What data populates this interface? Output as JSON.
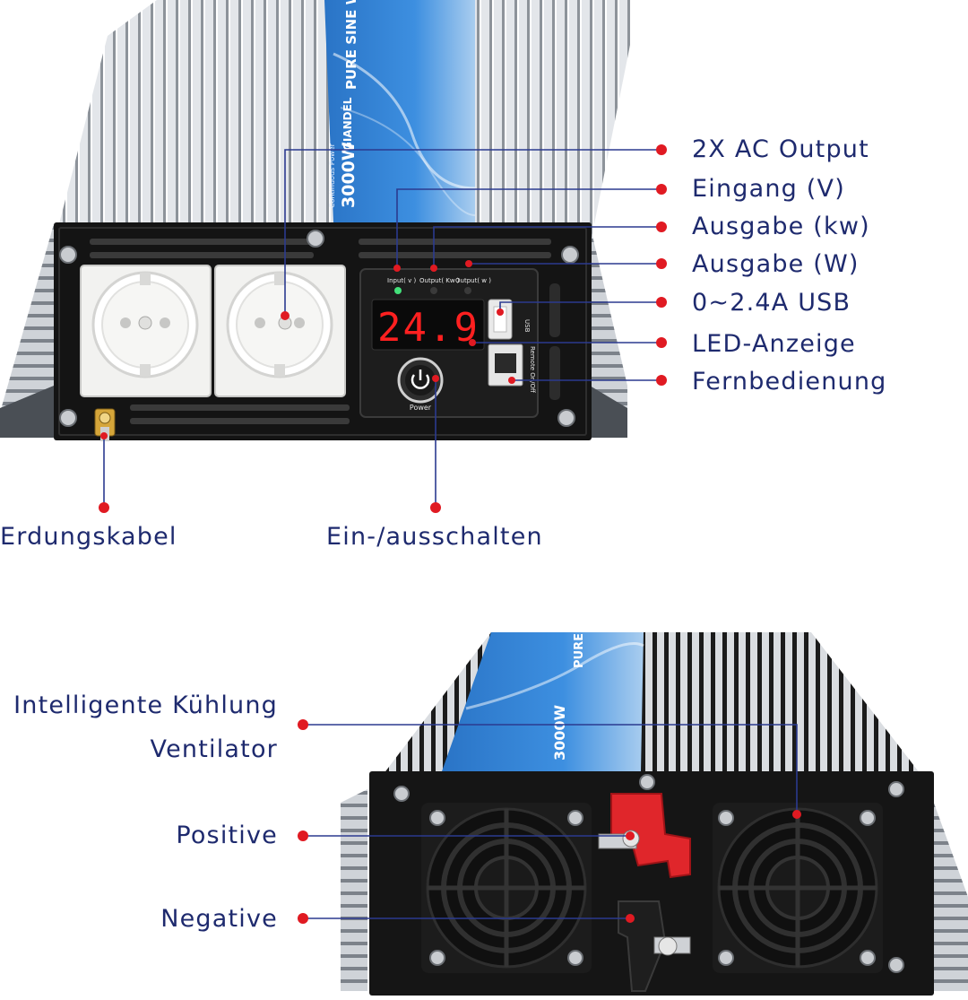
{
  "colors": {
    "label_text": "#1e2a6e",
    "leader_line": "#2b3a8f",
    "marker_dot": "#e01a22",
    "led_digits": "#ff2020",
    "panel_black": "#151515",
    "label_blue": "#2d7fd1",
    "housing_silver": "#d9dde2",
    "terminal_red": "#e0262b"
  },
  "device": {
    "brand": "GIANDEL",
    "product_line": "PURE SINE WAVE INVERTER",
    "power_rating": "3000W",
    "continuous_power": "Continuous Power",
    "led_display_value": "24.9",
    "indicator_labels": {
      "input": "Input( v )",
      "output_kw": "Output( Kw )",
      "output_w": "Output( w )"
    },
    "usb_label": "USB",
    "remote_label": "Remote On/Off",
    "power_button_label": "Power"
  },
  "callouts_top": {
    "ac_output": "2X AC Output",
    "input_v": "Eingang (V)",
    "output_kw": "Ausgabe (kw)",
    "output_w": "Ausgabe (W)",
    "usb": "0~2.4A USB",
    "led_display": "LED-Anzeige",
    "remote": "Fernbedienung",
    "ground": "Erdungskabel",
    "power_switch": "Ein-/ausschalten"
  },
  "callouts_bottom": {
    "fan_line1": "Intelligente Kühlung",
    "fan_line2": "Ventilator",
    "positive": "Positive",
    "negative": "Negative"
  }
}
